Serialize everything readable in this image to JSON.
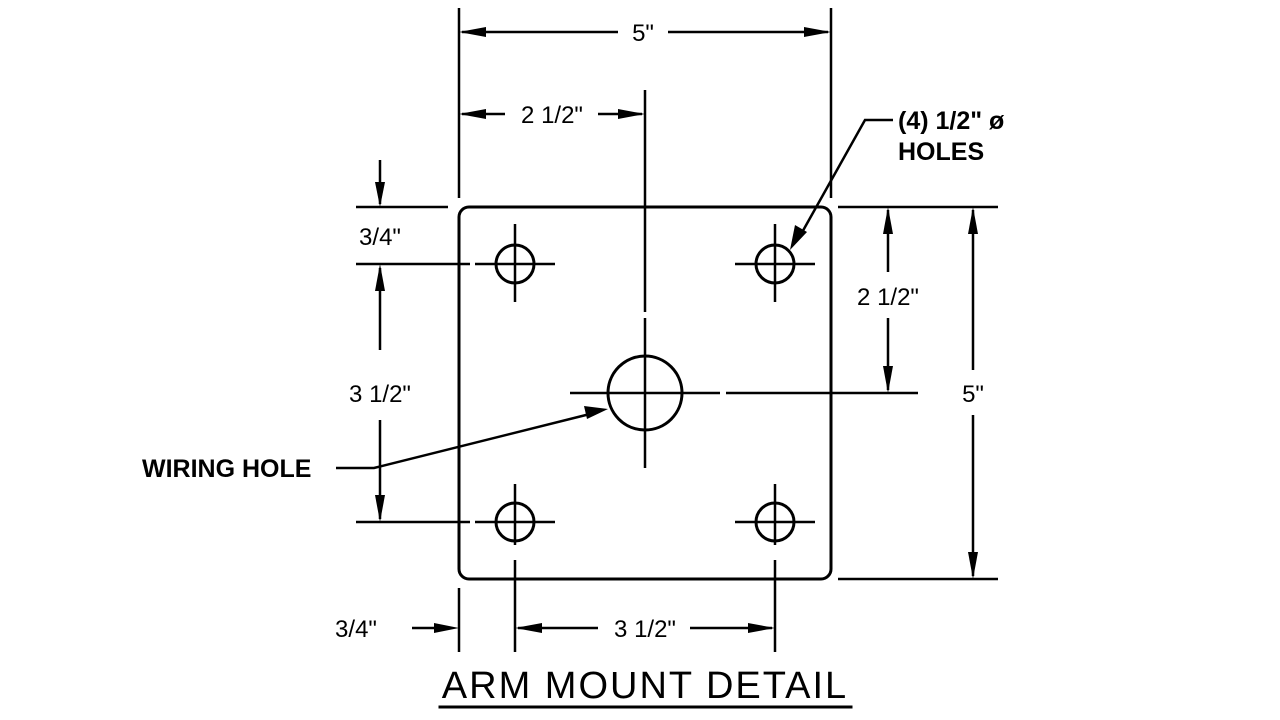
{
  "dimensions": {
    "overall_width": "5\"",
    "center_offset_x": "2 1/2\"",
    "top_edge_offset": "3/4\"",
    "vertical_hole_spacing": "3 1/2\"",
    "center_offset_y": "2 1/2\"",
    "overall_height": "5\"",
    "left_edge_offset": "3/4\"",
    "horizontal_hole_spacing": "3 1/2\""
  },
  "notes": {
    "holes_line1": "(4) 1/2\" ø",
    "holes_line2": "HOLES",
    "wiring_hole": "WIRING HOLE"
  },
  "title": "ARM MOUNT DETAIL"
}
